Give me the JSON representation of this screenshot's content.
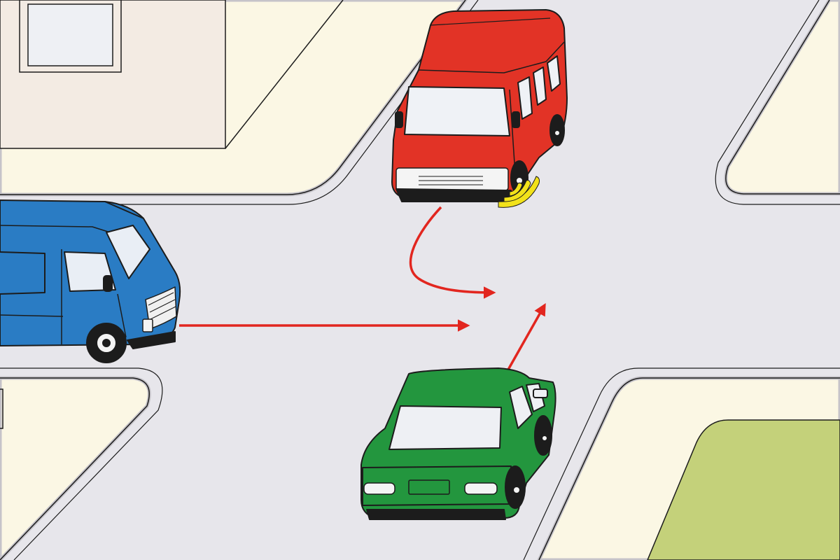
{
  "scene": {
    "colors": {
      "road": "#e7e6eb",
      "curb": "#c5c3c9",
      "sidewalk": "#fbf7e4",
      "building": "#f3ebe3",
      "window": "#eef0f4",
      "lawn": "#c4d17a",
      "outline": "#1c1c1c",
      "arrow": "#e2261f",
      "signal": "#f2e21a"
    },
    "vehicles": [
      {
        "id": "blue-van",
        "color": "#2a7cc4",
        "direction": "east"
      },
      {
        "id": "red-minibus",
        "color": "#e23326",
        "direction": "turning-left",
        "signal": "right-turn-signal"
      },
      {
        "id": "green-car",
        "color": "#23963e",
        "direction": "north"
      }
    ],
    "arrows": [
      "blue-van-straight",
      "red-minibus-turn",
      "green-car-straight"
    ]
  }
}
